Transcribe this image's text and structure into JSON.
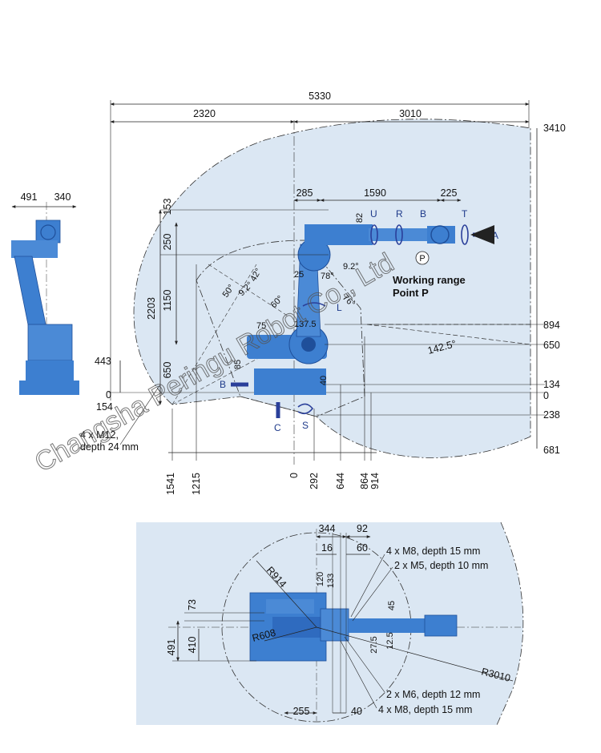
{
  "colors": {
    "range_fill": "#dbe7f3",
    "robot": "#3d7fd0",
    "robot_dark": "#1f4f9a",
    "arrow": "#2a3f9a",
    "line": "#222222"
  },
  "watermark": "Changsha Peringu Robot Co., Ltd",
  "side_view": {
    "top_dims": [
      "5330",
      "2320",
      "3010"
    ],
    "arm_dims": [
      "285",
      "1590",
      "225"
    ],
    "right_dims": [
      "3410",
      "894",
      "650",
      "134",
      "0",
      "238",
      "681"
    ],
    "left_dims": [
      "153",
      "250",
      "1150",
      "2203",
      "443",
      "650",
      "0",
      "154"
    ],
    "small_dims": [
      "82",
      "85",
      "40",
      "25",
      "137.5",
      "75"
    ],
    "angles": [
      "50°",
      "42°",
      "9.2°",
      "60°",
      "78°",
      "9.2°",
      "76°",
      "142.5°"
    ],
    "bottom_dims": [
      "1541",
      "1215",
      "0",
      "292",
      "644",
      "864",
      "914"
    ],
    "axis_labels": [
      "U",
      "R",
      "B",
      "T",
      "L",
      "S"
    ],
    "view_labels": [
      "A",
      "B",
      "C"
    ],
    "point_label": "P",
    "working_range": [
      "Working range",
      "Point P"
    ],
    "bolt_note": [
      "4 x M12,",
      "depth 24 mm"
    ]
  },
  "front_view": {
    "dims": [
      "491",
      "340"
    ]
  },
  "top_view": {
    "top_dims": [
      "344",
      "92",
      "16",
      "60"
    ],
    "v_dims": [
      "120",
      "133",
      "45",
      "27.5",
      "12.5"
    ],
    "left_dims": [
      "73",
      "410",
      "491"
    ],
    "bottom_dims": [
      "255",
      "40"
    ],
    "radii": [
      "R914",
      "R608",
      "R3010"
    ],
    "notes_top": [
      "4 x M8, depth 15 mm",
      "2 x M5, depth 10 mm"
    ],
    "notes_bottom": [
      "2 x M6, depth 12 mm",
      "4 x M8, depth 15 mm"
    ]
  }
}
